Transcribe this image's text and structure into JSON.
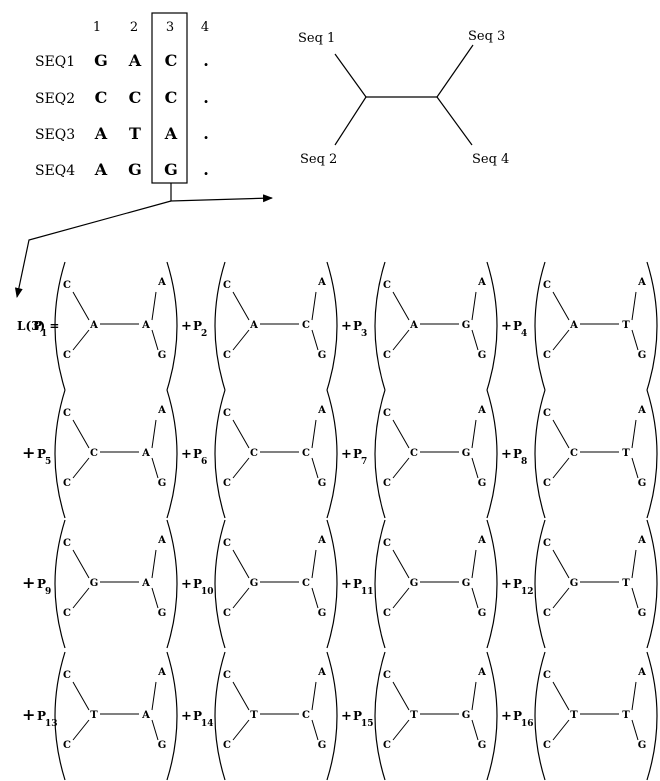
{
  "alignment": {
    "columns": [
      "1",
      "2",
      "3",
      "4"
    ],
    "rows": [
      {
        "name": "SEQ1",
        "bases": [
          "G",
          "A",
          "C",
          "."
        ]
      },
      {
        "name": "SEQ2",
        "bases": [
          "C",
          "C",
          "C",
          "."
        ]
      },
      {
        "name": "SEQ3",
        "bases": [
          "A",
          "T",
          "A",
          "."
        ]
      },
      {
        "name": "SEQ4",
        "bases": [
          "A",
          "G",
          "G",
          "."
        ]
      }
    ]
  },
  "tree": {
    "leaves": [
      "Seq 1",
      "Seq 2",
      "Seq 3",
      "Seq 4"
    ]
  },
  "likelihood": {
    "lhs": "L(3) =",
    "prefix": "P",
    "plus": "+",
    "leaf_labels": {
      "top_left": "C",
      "bottom_left": "C",
      "top_right": "A",
      "bottom_right": "G"
    },
    "terms": [
      {
        "index": "1",
        "left": "A",
        "right": "A"
      },
      {
        "index": "2",
        "left": "A",
        "right": "C"
      },
      {
        "index": "3",
        "left": "A",
        "right": "G"
      },
      {
        "index": "4",
        "left": "A",
        "right": "T"
      },
      {
        "index": "5",
        "left": "C",
        "right": "A"
      },
      {
        "index": "6",
        "left": "C",
        "right": "C"
      },
      {
        "index": "7",
        "left": "C",
        "right": "G"
      },
      {
        "index": "8",
        "left": "C",
        "right": "T"
      },
      {
        "index": "9",
        "left": "G",
        "right": "A"
      },
      {
        "index": "10",
        "left": "G",
        "right": "C"
      },
      {
        "index": "11",
        "left": "G",
        "right": "G"
      },
      {
        "index": "12",
        "left": "G",
        "right": "T"
      },
      {
        "index": "13",
        "left": "T",
        "right": "A"
      },
      {
        "index": "14",
        "left": "T",
        "right": "C"
      },
      {
        "index": "15",
        "left": "T",
        "right": "G"
      },
      {
        "index": "16",
        "left": "T",
        "right": "T"
      }
    ]
  }
}
